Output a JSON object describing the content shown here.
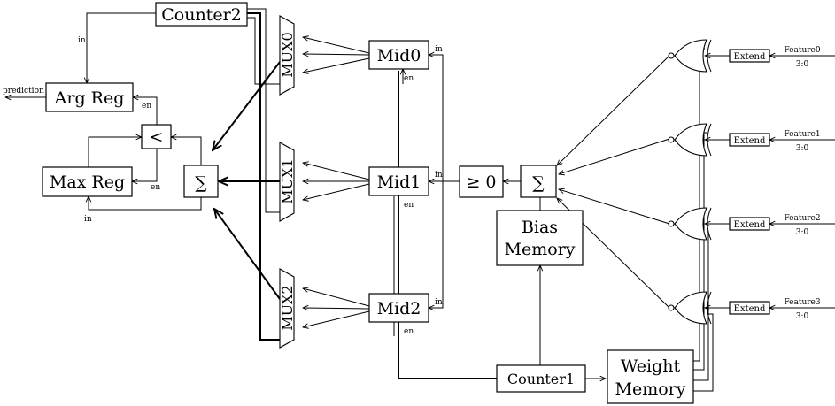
{
  "blocks": {
    "counter2": "Counter2",
    "arg_reg": "Arg Reg",
    "max_reg": "Max Reg",
    "less_than": "<",
    "sum_left": "∑",
    "sum_right": "∑",
    "mux0": "MUX0",
    "mux1": "MUX1",
    "mux2": "MUX2",
    "mid0": "Mid0",
    "mid1": "Mid1",
    "mid2": "Mid2",
    "relu": "≥ 0",
    "bias_memory_line1": "Bias",
    "bias_memory_line2": "Memory",
    "counter1": "Counter1",
    "weight_memory_line1": "Weight",
    "weight_memory_line2": "Memory",
    "extend": "Extend"
  },
  "features": [
    {
      "name": "Feature0",
      "bits": "3:0"
    },
    {
      "name": "Feature1",
      "bits": "3:0"
    },
    {
      "name": "Feature2",
      "bits": "3:0"
    },
    {
      "name": "Feature3",
      "bits": "3:0"
    }
  ],
  "ports": {
    "in": "in",
    "en": "en",
    "prediction": "prediction"
  }
}
